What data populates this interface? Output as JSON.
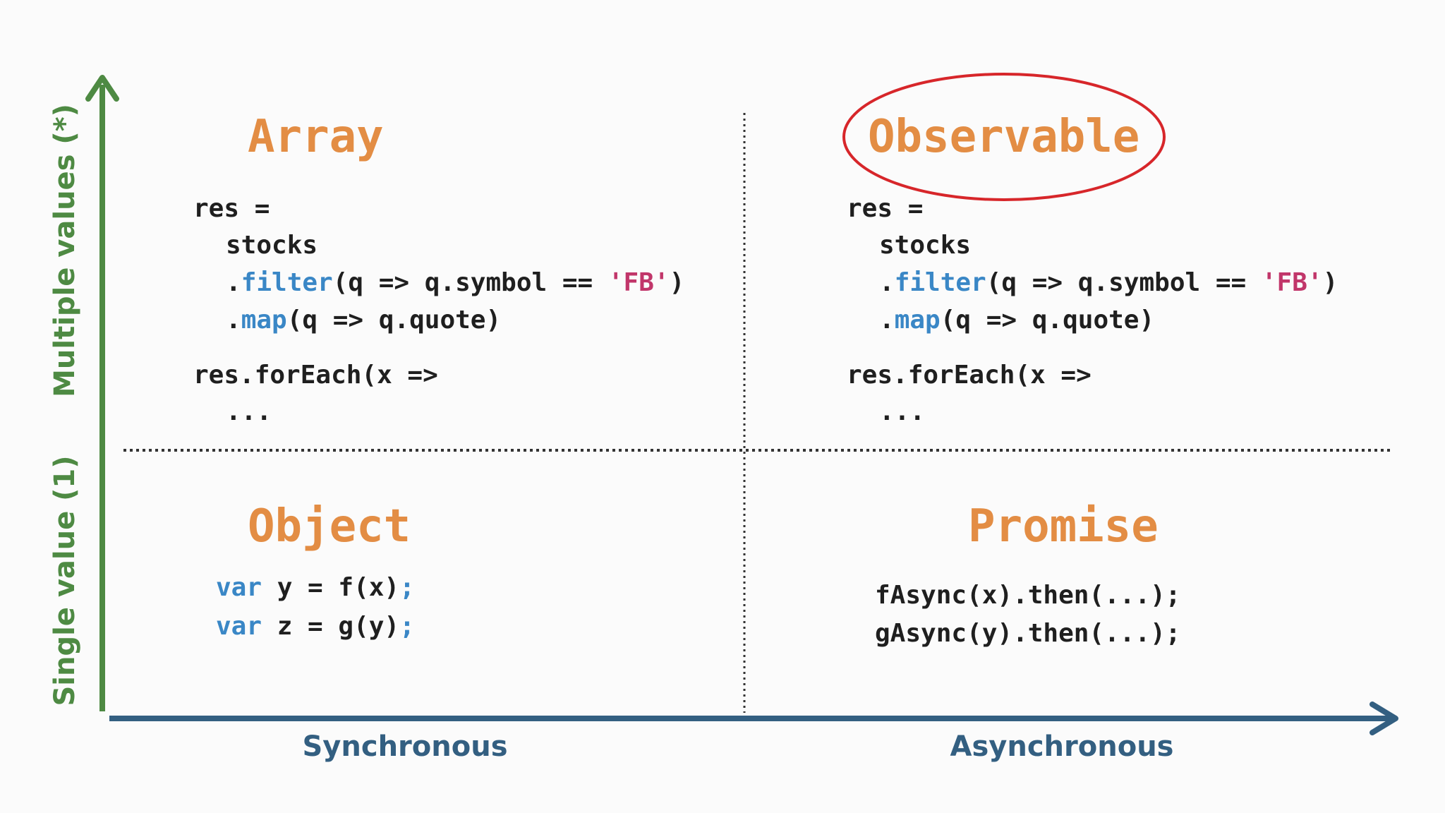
{
  "axes": {
    "y_label_top": "Multiple values (*)",
    "y_label_bottom": "Single value (1)",
    "x_label_left": "Synchronous",
    "x_label_right": "Asynchronous",
    "y_axis_color": "#4e8a43",
    "x_axis_color": "#335f81"
  },
  "quadrants": {
    "array": {
      "title": "Array",
      "code": {
        "l1": "res =",
        "l2": "stocks",
        "l3": {
          "dot": ".",
          "method": "filter",
          "args_a": "(q => q.symbol == ",
          "str": "'FB'",
          "args_b": ")"
        },
        "l4": {
          "dot": ".",
          "method": "map",
          "args": "(q => q.quote)"
        },
        "l5": "res.forEach(x =>",
        "l6": "..."
      }
    },
    "observable": {
      "title": "Observable",
      "highlight_color": "#d7262a",
      "code": {
        "l1": "res =",
        "l2": "stocks",
        "l3": {
          "dot": ".",
          "method": "filter",
          "args_a": "(q => q.symbol == ",
          "str": "'FB'",
          "args_b": ")"
        },
        "l4": {
          "dot": ".",
          "method": "map",
          "args": "(q => q.quote)"
        },
        "l5": "res.forEach(x =>",
        "l6": "..."
      }
    },
    "object": {
      "title": "Object",
      "code": {
        "l1": {
          "kw": "var",
          "rest": " y = f(x)",
          "semi": ";"
        },
        "l2": {
          "kw": "var",
          "rest": " z = g(y)",
          "semi": ";"
        }
      }
    },
    "promise": {
      "title": "Promise",
      "code": {
        "l1": "fAsync(x).then(...);",
        "l2": "gAsync(y).then(...);"
      }
    }
  },
  "colors": {
    "title": "#e38d44",
    "keyword": "#3a87c6",
    "string": "#c1366a",
    "code": "#1f1f1f"
  }
}
